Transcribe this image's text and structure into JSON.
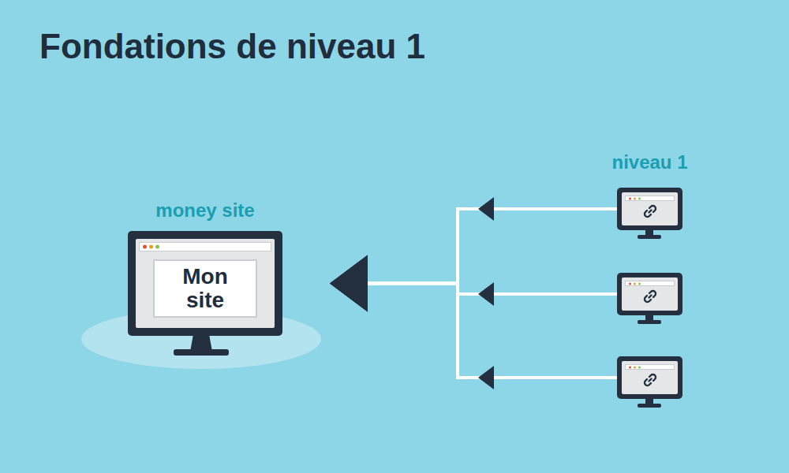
{
  "diagram": {
    "title": "Fondations de niveau 1",
    "nodes": [
      {
        "text": [
          "money site",
          "Mon site"
        ]
      },
      {
        "text": [
          "niveau 1"
        ]
      },
      {},
      {}
    ],
    "edges": [
      {
        "from": 1,
        "to": 0,
        "arrow": "to"
      },
      {
        "from": 2,
        "to": 0,
        "arrow": "to"
      },
      {
        "from": 3,
        "to": 0,
        "arrow": "to"
      }
    ]
  }
}
